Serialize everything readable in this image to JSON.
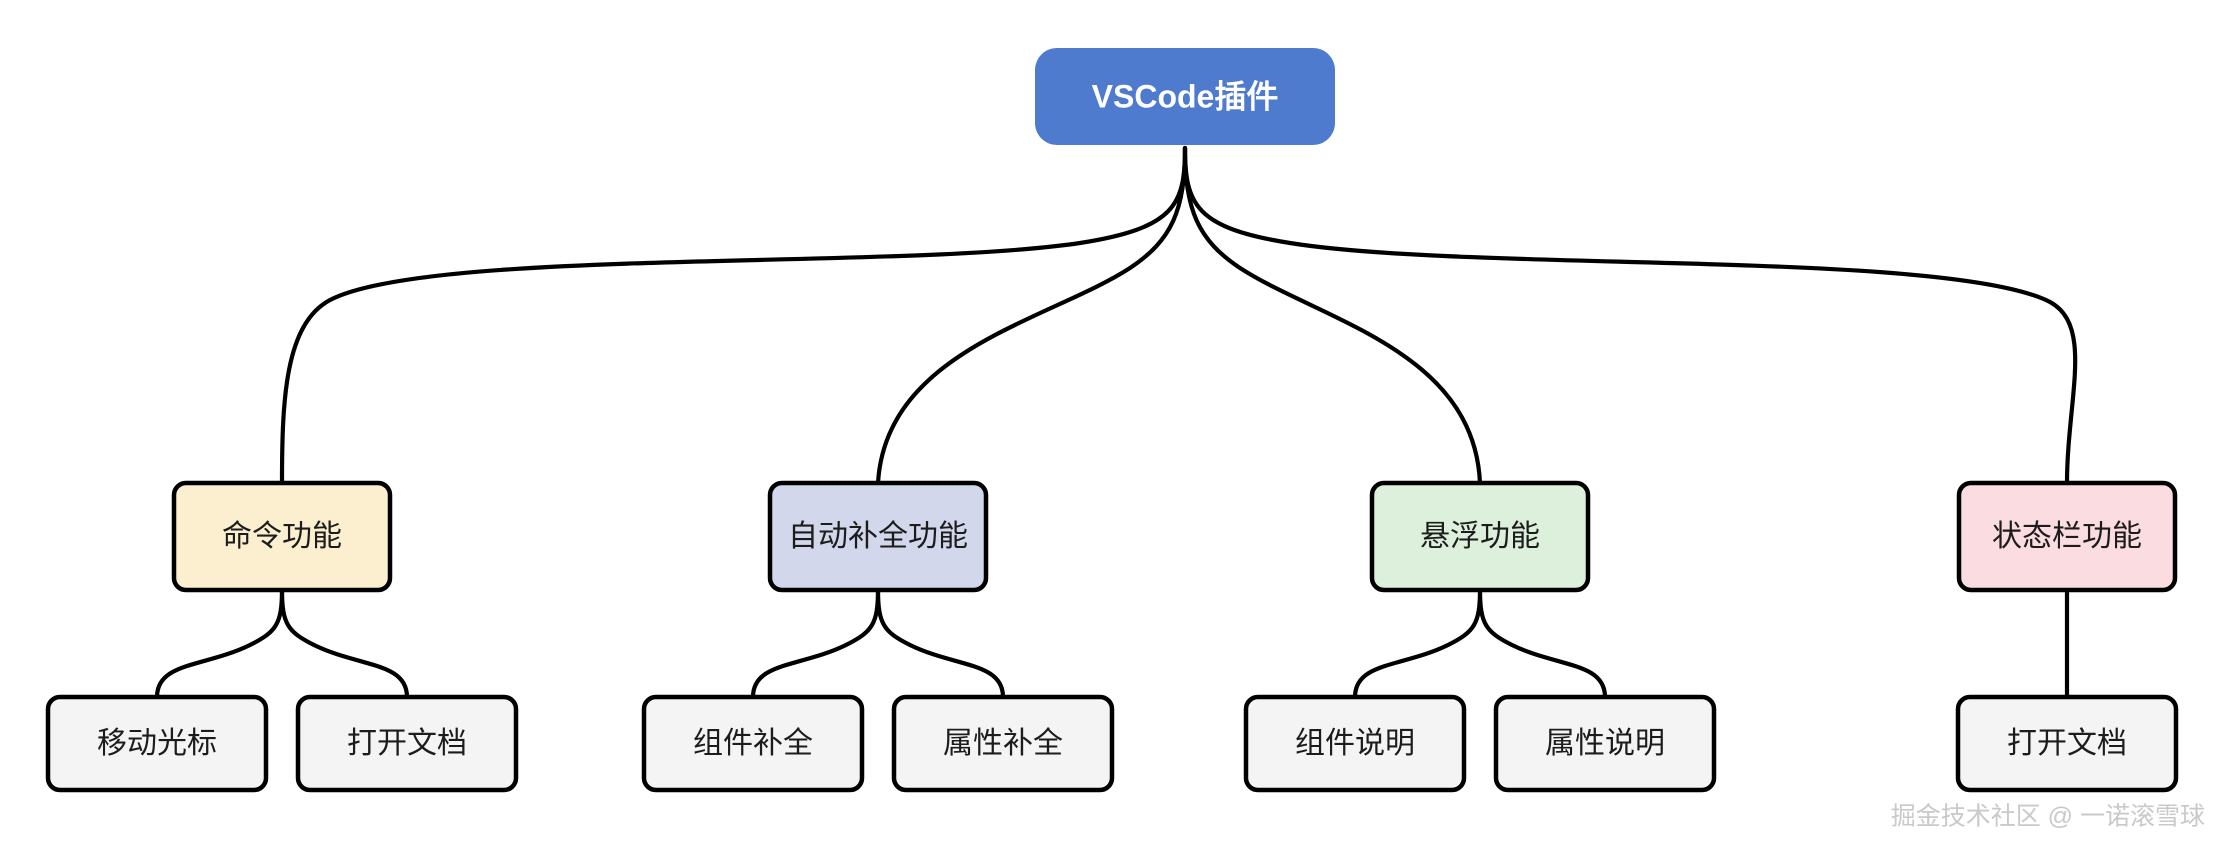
{
  "diagram": {
    "type": "mindmap-tree",
    "background_color": "#ffffff",
    "edge_color": "#000000",
    "root": {
      "label": "VSCode插件",
      "fill": "#4E7BCD",
      "text_color": "#ffffff"
    },
    "branches": [
      {
        "label": "命令功能",
        "fill": "#FBEFD0",
        "children": [
          {
            "label": "移动光标",
            "fill": "#F4F4F4"
          },
          {
            "label": "打开文档",
            "fill": "#F4F4F4"
          }
        ]
      },
      {
        "label": "自动补全功能",
        "fill": "#D3D7EC",
        "children": [
          {
            "label": "组件补全",
            "fill": "#F4F4F4"
          },
          {
            "label": "属性补全",
            "fill": "#F4F4F4"
          }
        ]
      },
      {
        "label": "悬浮功能",
        "fill": "#DCF0DC",
        "children": [
          {
            "label": "组件说明",
            "fill": "#F4F4F4"
          },
          {
            "label": "属性说明",
            "fill": "#F4F4F4"
          }
        ]
      },
      {
        "label": "状态栏功能",
        "fill": "#FBDCE0",
        "children": [
          {
            "label": "打开文档",
            "fill": "#F4F4F4"
          }
        ]
      }
    ]
  },
  "watermark": {
    "text": "掘金技术社区 @ 一诺滚雪球",
    "color": "#c9c9c9"
  }
}
